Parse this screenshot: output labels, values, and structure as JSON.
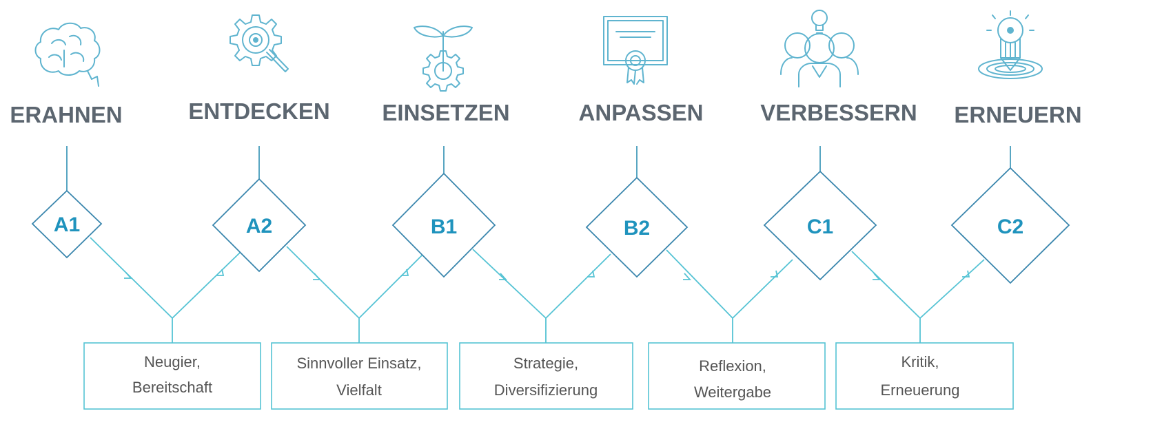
{
  "stages": [
    {
      "title": "ERAHNEN",
      "code": "A1",
      "icon": "brain-icon"
    },
    {
      "title": "ENTDECKEN",
      "code": "A2",
      "icon": "gear-magnifier-icon"
    },
    {
      "title": "EINSETZEN",
      "code": "B1",
      "icon": "plant-gear-icon"
    },
    {
      "title": "ANPASSEN",
      "code": "B2",
      "icon": "certificate-icon"
    },
    {
      "title": "VERBESSERN",
      "code": "C1",
      "icon": "team-lightbulb-icon"
    },
    {
      "title": "ERNEUERN",
      "code": "C2",
      "icon": "lightbulb-target-icon"
    }
  ],
  "boxes": [
    {
      "line1": "Neugier,",
      "line2": "Bereitschaft"
    },
    {
      "line1": "Sinnvoller Einsatz,",
      "line2": "Vielfalt"
    },
    {
      "line1": "Strategie,",
      "line2": "Diversifizierung"
    },
    {
      "line1": "Reflexion,",
      "line2": "Weitergabe"
    },
    {
      "line1": "Kritik,",
      "line2": "Erneuerung"
    }
  ],
  "colors": {
    "title": "#5c6670",
    "code": "#1f93bd",
    "diamond_stroke": "#3a86ad",
    "connector": "#55c3d4",
    "icon": "#5fb4cf",
    "box_text": "#555555"
  }
}
